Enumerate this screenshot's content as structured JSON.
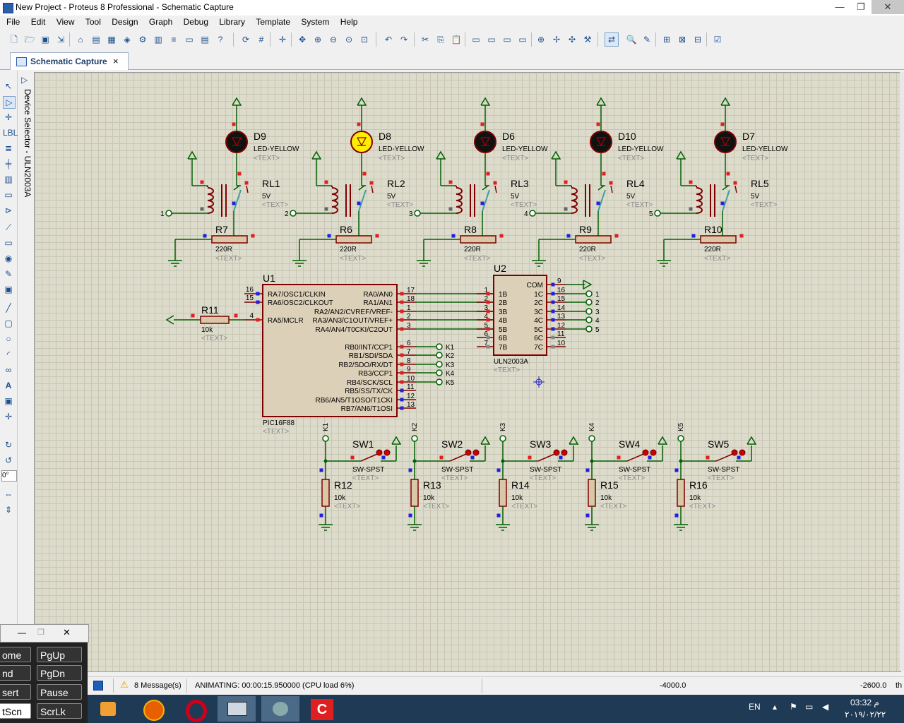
{
  "window": {
    "title": "New Project - Proteus 8 Professional - Schematic Capture",
    "minimize": "—",
    "maximize": "❐",
    "close": "✕"
  },
  "menu": [
    "File",
    "Edit",
    "View",
    "Tool",
    "Design",
    "Graph",
    "Debug",
    "Library",
    "Template",
    "System",
    "Help"
  ],
  "tab": {
    "label": "Schematic Capture",
    "close": "×"
  },
  "device_selector": "Device Selector - ULN2003A",
  "rotation": "0°",
  "schematic": {
    "leds": [
      {
        "ref": "D9",
        "type": "LED-YELLOW",
        "text": "<TEXT>",
        "lit": false
      },
      {
        "ref": "D8",
        "type": "LED-YELLOW",
        "text": "<TEXT>",
        "lit": true
      },
      {
        "ref": "D6",
        "type": "LED-YELLOW",
        "text": "<TEXT>",
        "lit": false
      },
      {
        "ref": "D10",
        "type": "LED-YELLOW",
        "text": "<TEXT>",
        "lit": false
      },
      {
        "ref": "D7",
        "type": "LED-YELLOW",
        "text": "<TEXT>",
        "lit": false
      }
    ],
    "relays": [
      {
        "ref": "RL1",
        "value": "5V",
        "text": "<TEXT>",
        "input": "1"
      },
      {
        "ref": "RL2",
        "value": "5V",
        "text": "<TEXT>",
        "input": "2"
      },
      {
        "ref": "RL3",
        "value": "5V",
        "text": "<TEXT>",
        "input": "3"
      },
      {
        "ref": "RL4",
        "value": "5V",
        "text": "<TEXT>",
        "input": "4"
      },
      {
        "ref": "RL5",
        "value": "5V",
        "text": "<TEXT>",
        "input": "5"
      }
    ],
    "relay_resistors": [
      {
        "ref": "R7",
        "value": "220R",
        "text": "<TEXT>"
      },
      {
        "ref": "R6",
        "value": "220R",
        "text": "<TEXT>"
      },
      {
        "ref": "R8",
        "value": "220R",
        "text": "<TEXT>"
      },
      {
        "ref": "R9",
        "value": "220R",
        "text": "<TEXT>"
      },
      {
        "ref": "R10",
        "value": "220R",
        "text": "<TEXT>"
      }
    ],
    "u1": {
      "ref": "U1",
      "part": "PIC16F88",
      "text": "<TEXT>",
      "left_pins": [
        {
          "num": "16",
          "name": "RA7/OSC1/CLKIN"
        },
        {
          "num": "15",
          "name": "RA6/OSC2/CLKOUT"
        },
        {
          "num": "4",
          "name": "RA5/MCLR"
        }
      ],
      "right_pins": [
        {
          "num": "17",
          "name": "RA0/AN0"
        },
        {
          "num": "18",
          "name": "RA1/AN1"
        },
        {
          "num": "1",
          "name": "RA2/AN2/CVREF/VREF-"
        },
        {
          "num": "2",
          "name": "RA3/AN3/C1OUT/VREF+"
        },
        {
          "num": "3",
          "name": "RA4/AN4/T0CKI/C2OUT"
        },
        {
          "num": "6",
          "name": "RB0/INT/CCP1"
        },
        {
          "num": "7",
          "name": "RB1/SDI/SDA"
        },
        {
          "num": "8",
          "name": "RB2/SDO/RX/DT"
        },
        {
          "num": "9",
          "name": "RB3/CCP1"
        },
        {
          "num": "10",
          "name": "RB4/SCK/SCL"
        },
        {
          "num": "11",
          "name": "RB5/SS/TX/CK"
        },
        {
          "num": "12",
          "name": "RB6/AN5/T1OSO/T1CKI"
        },
        {
          "num": "13",
          "name": "RB7/AN6/T1OSI"
        }
      ],
      "k_labels": [
        "K1",
        "K2",
        "K3",
        "K4",
        "K5"
      ]
    },
    "r11": {
      "ref": "R11",
      "value": "10k",
      "text": "<TEXT>"
    },
    "u2": {
      "ref": "U2",
      "part": "ULN2003A",
      "text": "<TEXT>",
      "left_pins": [
        {
          "num": "1",
          "name": "1B"
        },
        {
          "num": "2",
          "name": "2B"
        },
        {
          "num": "3",
          "name": "3B"
        },
        {
          "num": "4",
          "name": "4B"
        },
        {
          "num": "5",
          "name": "5B"
        },
        {
          "num": "6",
          "name": "6B"
        },
        {
          "num": "7",
          "name": "7B"
        }
      ],
      "right_pins": [
        {
          "num": "9",
          "name": "COM"
        },
        {
          "num": "16",
          "name": "1C"
        },
        {
          "num": "15",
          "name": "2C"
        },
        {
          "num": "14",
          "name": "3C"
        },
        {
          "num": "13",
          "name": "4C"
        },
        {
          "num": "12",
          "name": "5C"
        },
        {
          "num": "11",
          "name": "6C"
        },
        {
          "num": "10",
          "name": "7C"
        }
      ],
      "outputs": [
        "1",
        "2",
        "3",
        "4",
        "5"
      ]
    },
    "switches": [
      {
        "ref": "SW1",
        "type": "SW-SPST",
        "text": "<TEXT>",
        "net": "K1",
        "r": "R12",
        "rv": "10k"
      },
      {
        "ref": "SW2",
        "type": "SW-SPST",
        "text": "<TEXT>",
        "net": "K2",
        "r": "R13",
        "rv": "10k"
      },
      {
        "ref": "SW3",
        "type": "SW-SPST",
        "text": "<TEXT>",
        "net": "K3",
        "r": "R14",
        "rv": "10k"
      },
      {
        "ref": "SW4",
        "type": "SW-SPST",
        "text": "<TEXT>",
        "net": "K4",
        "r": "R15",
        "rv": "10k"
      },
      {
        "ref": "SW5",
        "type": "SW-SPST",
        "text": "<TEXT>",
        "net": "K5",
        "r": "R16",
        "rv": "10k"
      }
    ]
  },
  "status": {
    "messages": "8 Message(s)",
    "animating": "ANIMATING: 00:00:15.950000 (CPU load 6%)",
    "coord_x": "-4000.0",
    "coord_y": "-2600.0",
    "units": "th"
  },
  "osk": {
    "keys": [
      "ome",
      "PgUp",
      "nd",
      "PgDn",
      "sert",
      "Pause",
      "tScn",
      "ScrLk"
    ]
  },
  "taskbar": {
    "lang": "EN",
    "time": "03:32 م",
    "date": "٢٠١٩/٠٢/٢٢"
  },
  "colors": {
    "wire": "#006000",
    "component": "#800000",
    "canvas": "#dddccc",
    "led_lit": "#ffee00",
    "pin_red": "#e02020",
    "pin_blue": "#2020e0"
  }
}
